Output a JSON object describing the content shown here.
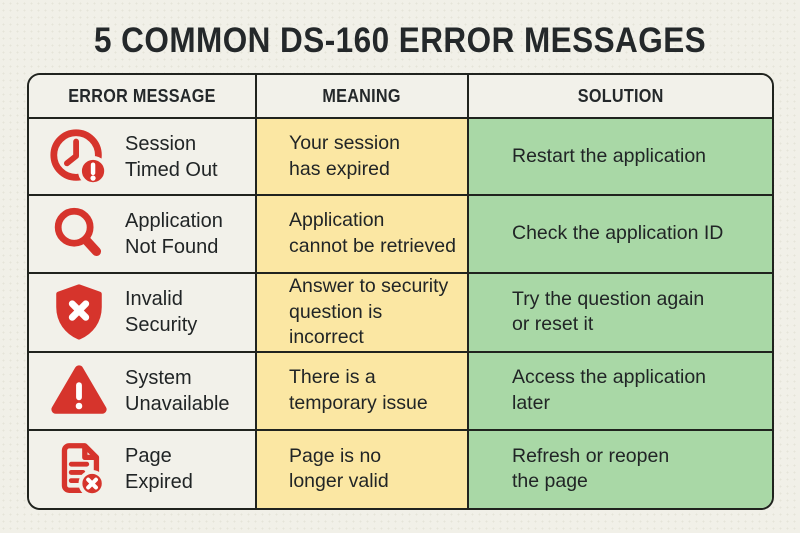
{
  "page": {
    "title": "5 COMMON DS-160 ERROR MESSAGES"
  },
  "colors": {
    "background": "#f1f0e8",
    "cell_neutral": "#f2f1ea",
    "cell_yellow": "#fbe7a3",
    "cell_green": "#a9d8a6",
    "icon_red": "#d6342c",
    "border": "#20231e",
    "text": "#212526"
  },
  "table": {
    "headers": [
      "ERROR MESSAGE",
      "MEANING",
      "SOLUTION"
    ],
    "rows": [
      {
        "icon": "clock-alert-icon",
        "error": "Session\nTimed Out",
        "meaning": "Your session\nhas expired",
        "solution": "Restart the application"
      },
      {
        "icon": "magnifier-icon",
        "error": "Application\nNot Found",
        "meaning": "Application\ncannot be retrieved",
        "solution": "Check the application ID"
      },
      {
        "icon": "shield-x-icon",
        "error": "Invalid\nSecurity",
        "meaning": "Answer to security\nquestion is incorrect",
        "solution": "Try the question again\nor reset it"
      },
      {
        "icon": "warning-triangle-icon",
        "error": "System\nUnavailable",
        "meaning": "There is a\ntemporary issue",
        "solution": "Access the application\nlater"
      },
      {
        "icon": "page-x-icon",
        "error": "Page\nExpired",
        "meaning": "Page is no\nlonger valid",
        "solution": "Refresh or reopen\nthe page"
      }
    ]
  }
}
